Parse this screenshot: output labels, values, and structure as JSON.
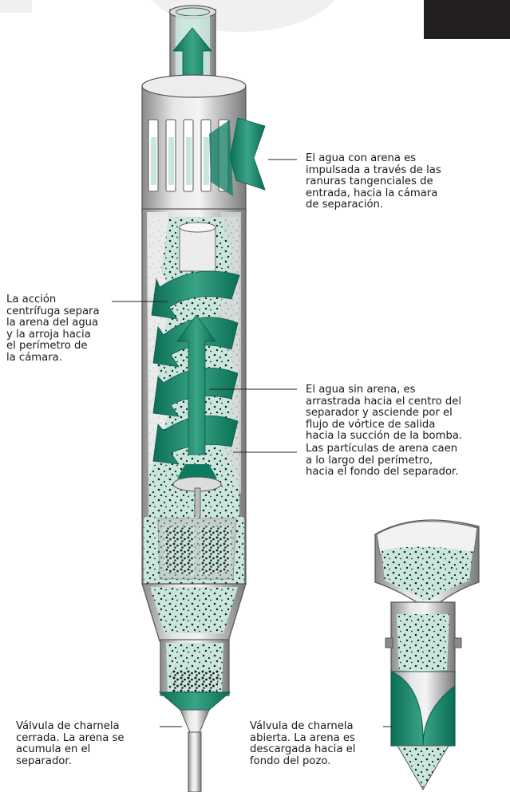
{
  "colors": {
    "accent_green": "#0b7a5f",
    "water_fill": "#c9e6dc",
    "steel_light": "#e3e3e3",
    "steel_dark": "#7d7d7d",
    "sand_dots": "#1c1c1c",
    "corner_tab": "#231f20"
  },
  "labels": {
    "inlet": "El agua con arena es\nimpulsada a través de las\nranuras tangenciales de\nentrada, hacia la cámara\nde separación.",
    "centrifugal": "La acción\ncentrífuga separa\nla arena del agua\ny la arroja hacia\nel perímetro de\nla cámara.",
    "clean_water": "El agua sin arena, es\narrastrada hacia el centro del\nseparador y asciende por el\nflujo de vórtice de salida\nhacia la succión de la bomba.",
    "particles": "Las partículas de arena caen\na lo largo del perímetro,\nhacia el fondo del separador.",
    "valve_closed": "Válvula de charnela\ncerrada. La arena se\nacumula en el\nseparador.",
    "valve_open": "Válvula de charnela\nabierta. La arena es\ndescargada hacia el\nfondo del pozo."
  }
}
